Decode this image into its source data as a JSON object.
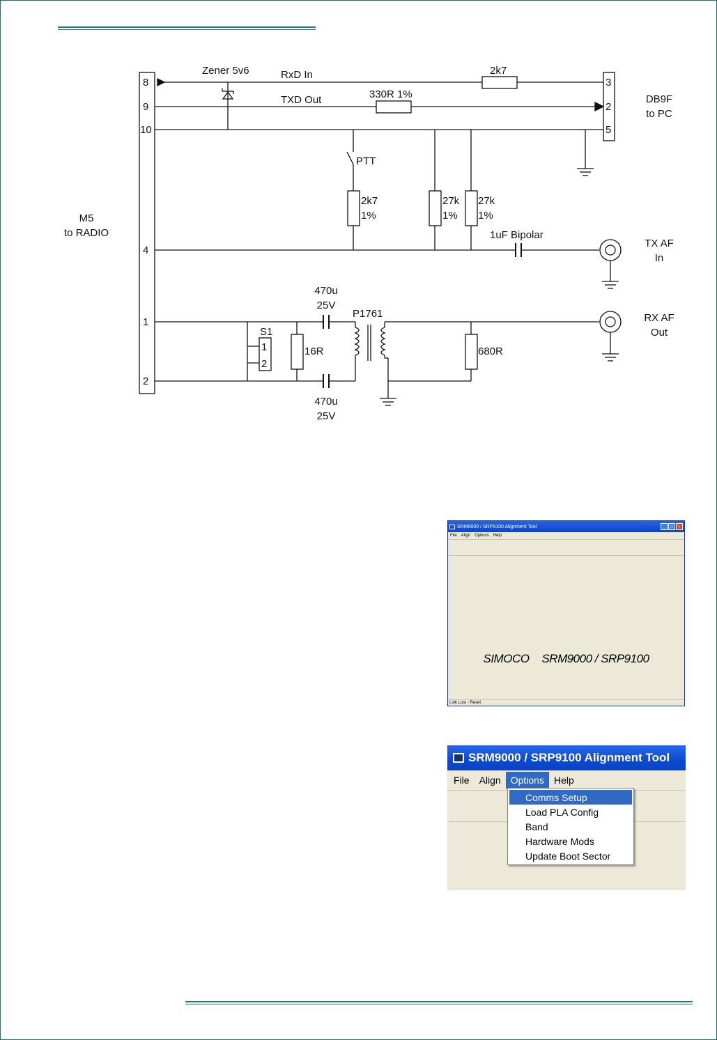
{
  "header_rule": true,
  "schematic": {
    "connector_left": {
      "title_line1": "M5",
      "title_line2": "to RADIO",
      "pins": [
        "8",
        "9",
        "10",
        "4",
        "1",
        "2"
      ]
    },
    "connector_right": {
      "title_line1": "DB9F",
      "title_line2": "to PC",
      "pins": [
        "3",
        "2",
        "5"
      ]
    },
    "labels": {
      "zener": "Zener 5v6",
      "rxd": "RxD In",
      "txd": "TXD Out",
      "r_rxd": "2k7",
      "r_txd": "330R 1%",
      "ptt": "PTT",
      "r_ptt_value": "2k7",
      "r_ptt_tol": "1%",
      "r27a_value": "27k",
      "r27a_tol": "1%",
      "r27b_value": "27k",
      "r27b_tol": "1%",
      "cap_tx": "1uF Bipolar",
      "tx_af_line1": "TX AF",
      "tx_af_line2": "In",
      "rx_af_line1": "RX AF",
      "rx_af_line2": "Out",
      "cap_top_line1": "470u",
      "cap_top_line2": "25V",
      "cap_bot_line1": "470u",
      "cap_bot_line2": "25V",
      "transformer": "P1761",
      "switch": "S1",
      "switch_pin1": "1",
      "switch_pin2": "2",
      "r16": "16R",
      "r680": "680R"
    }
  },
  "window_small": {
    "title": "SRM9000 / SRP9100 Alignment Tool",
    "menu": [
      "File",
      "Align",
      "Options",
      "Help"
    ],
    "brand_left": "SIMOCO",
    "brand_right": "SRM9000 / SRP9100",
    "status": "Link Lost - Reset"
  },
  "window_large": {
    "title": "SRM9000 / SRP9100 Alignment Tool",
    "menu": [
      "File",
      "Align",
      "Options",
      "Help"
    ],
    "active_menu": "Options",
    "dropdown": [
      "Comms Setup",
      "Load PLA Config",
      "Band",
      "Hardware Mods",
      "Update Boot Sector"
    ],
    "selected_item": "Comms Setup"
  },
  "colors": {
    "rule": "#1e7a74",
    "xp_title": "#0b4ad1",
    "xp_face": "#ece9d8",
    "highlight": "#316ac5"
  }
}
